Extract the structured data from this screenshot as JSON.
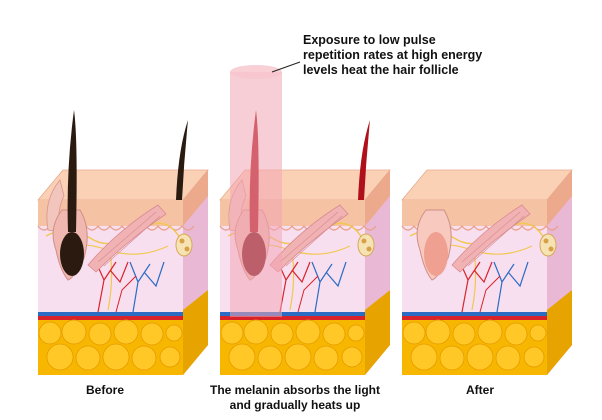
{
  "annotation": {
    "lines": [
      "Exposure to low pulse",
      "repetition rates at high energy",
      "levels heat the hair follicle"
    ]
  },
  "captions": {
    "before": "Before",
    "middle_line1": "The melanin absorbs the light",
    "middle_line2": "and gradually heats up",
    "after": "After"
  },
  "panels": [
    {
      "stage": "before",
      "hair_color": "#2a1a10",
      "follicle_color": "#2a1a10",
      "laser": false
    },
    {
      "stage": "during",
      "hair_color": "#b0101a",
      "follicle_color": "#7a0a12",
      "laser": true
    },
    {
      "stage": "after",
      "hair_color": "none",
      "follicle_color": "#f0a090",
      "laser": false
    }
  ],
  "colors": {
    "fat": "#f7b600",
    "dermis": "#f8dff0",
    "epidermis": "#f6c2a4",
    "top_surface": "#fbd1b6",
    "laser_beam": "#f3a6b4",
    "blood_red": "#d8232a",
    "blood_blue": "#2b6cc4"
  }
}
